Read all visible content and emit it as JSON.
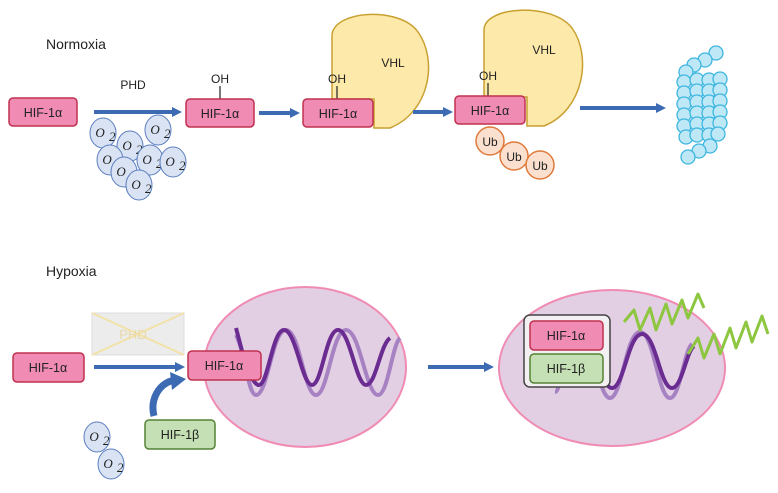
{
  "sections": {
    "normoxia": "Normoxia",
    "hypoxia": "Hypoxia"
  },
  "labels": {
    "hif1a": "HIF-1α",
    "hif1b": "HIF-1β",
    "phd": "PHD",
    "oh": "OH",
    "vhl": "VHL",
    "ub": "Ub",
    "o2": "O",
    "o2_sub": "2"
  },
  "colors": {
    "hif1a_fill": "#f08cb4",
    "hif1a_stroke": "#c0304e",
    "hif1b_fill": "#c5e0b4",
    "hif1b_stroke": "#548235",
    "vhl_fill": "#fde9a9",
    "vhl_stroke": "#c8a030",
    "ub_fill": "#fbe0cf",
    "ub_stroke": "#e07a3a",
    "o2_fill": "#dae3f3",
    "o2_stroke": "#5b7fbf",
    "arrow": "#3c6bb3",
    "nucleus_fill": "#e3cfe3",
    "nucleus_stroke": "#f08cb4",
    "dna_dark": "#6a2c91",
    "dna_light": "#a782c3",
    "mrna": "#8dc63f",
    "proteasome_fill": "#bfe8f7",
    "proteasome_stroke": "#3eb6e0"
  }
}
